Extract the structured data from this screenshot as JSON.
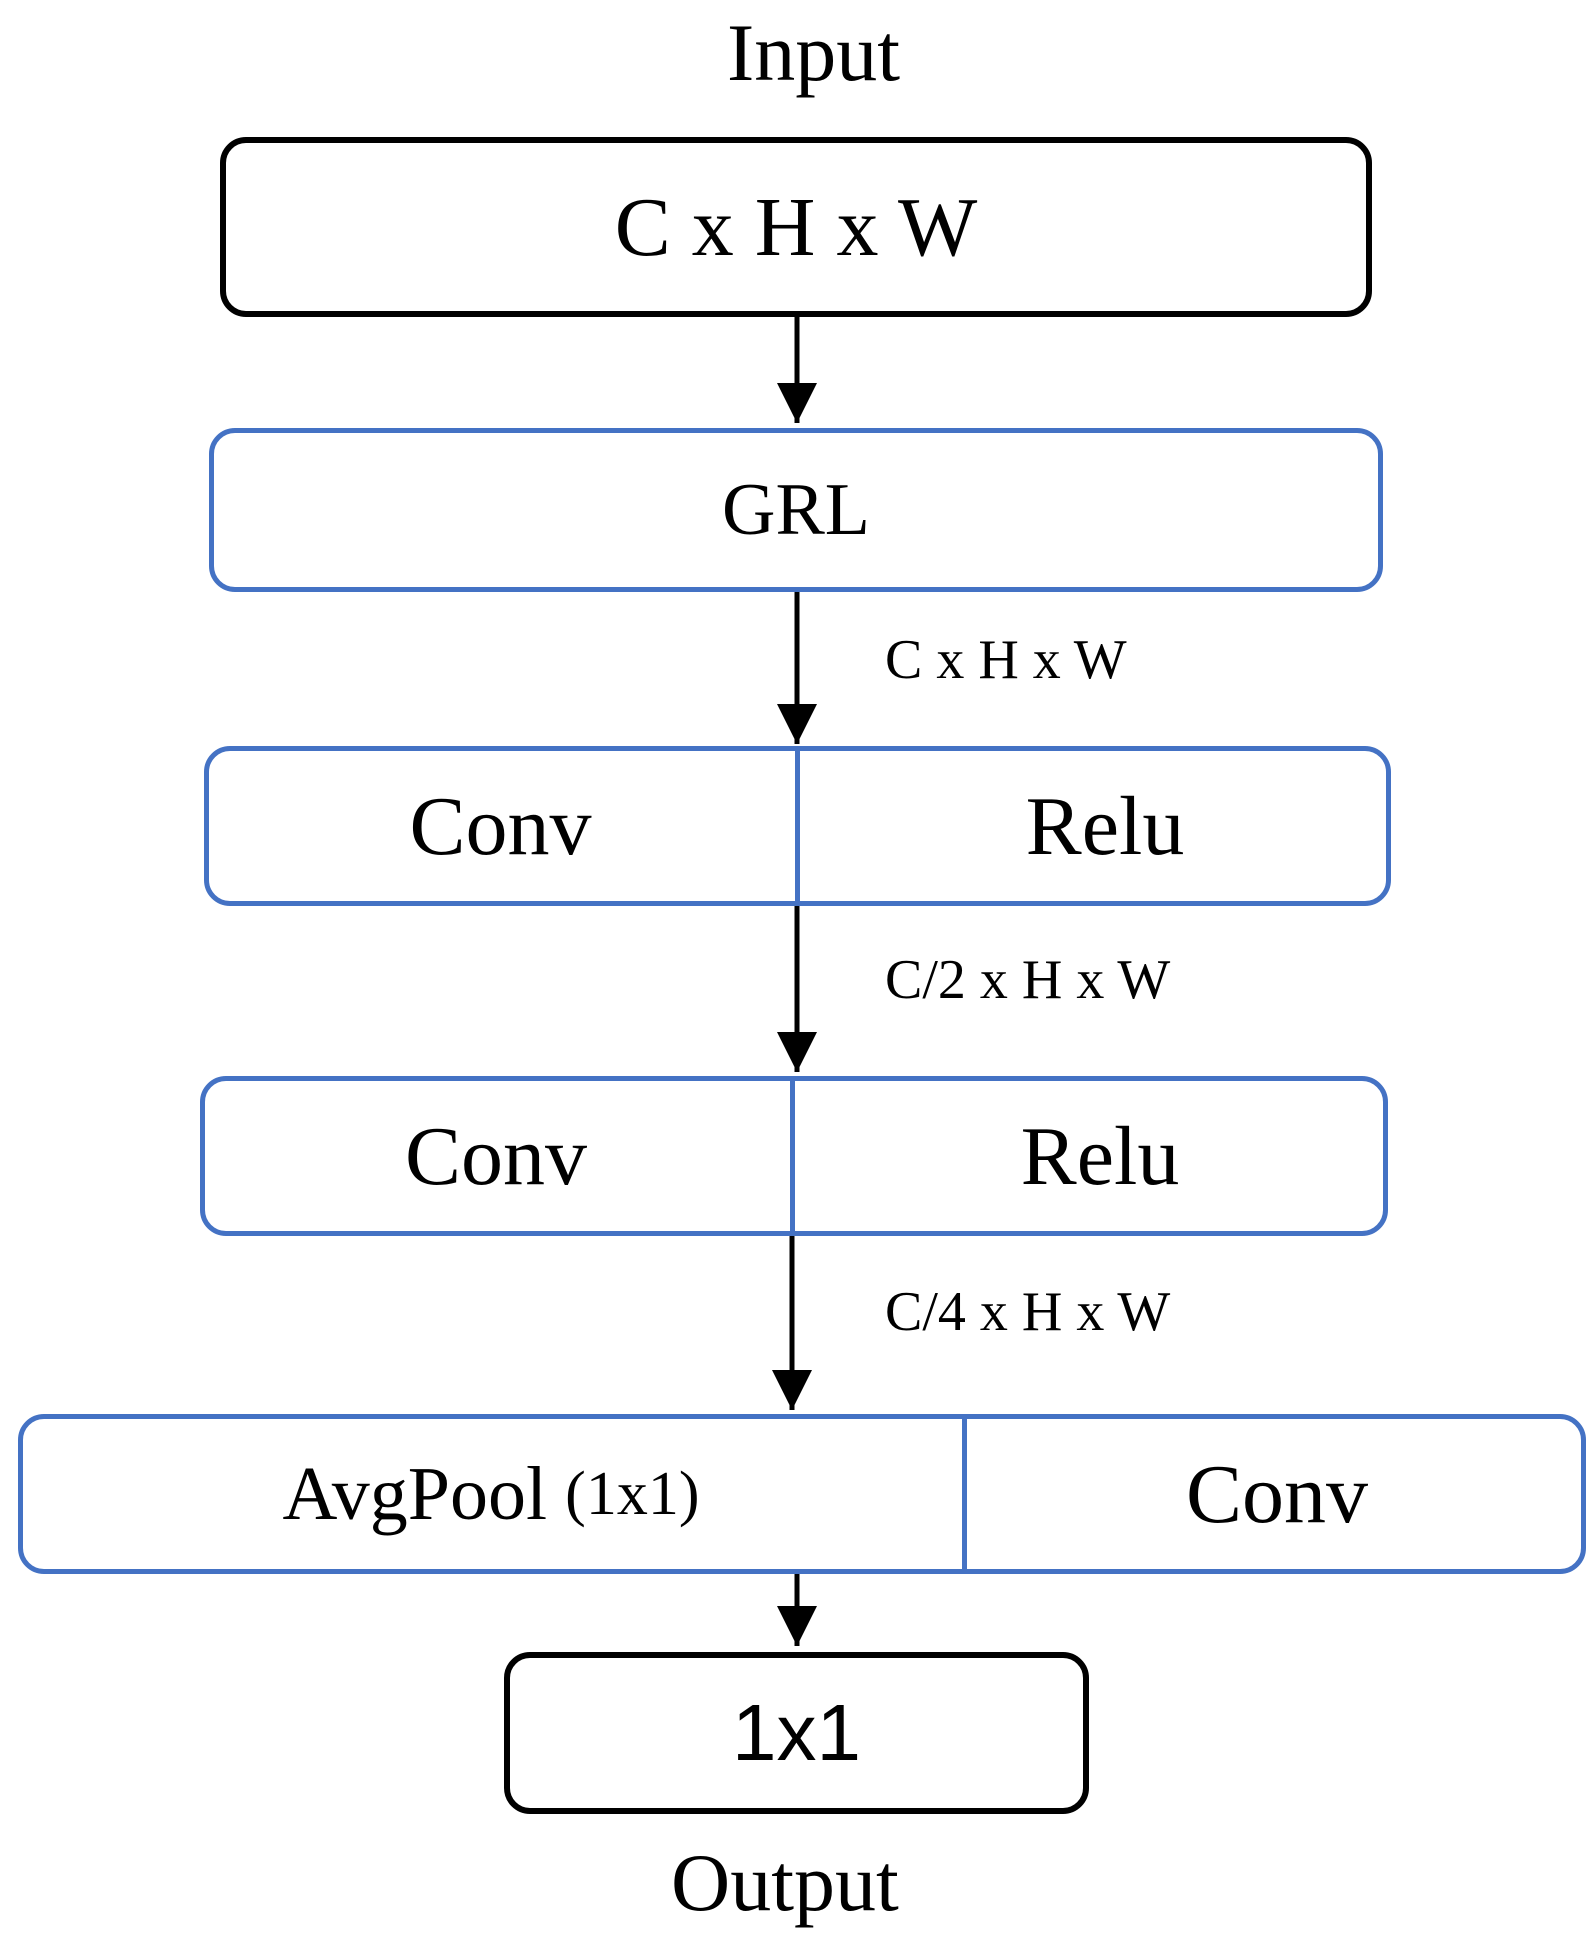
{
  "colors": {
    "line": "#000000",
    "accent": "#4472c4",
    "background": "#ffffff"
  },
  "input": {
    "label": "Input",
    "shape": "C x H x W"
  },
  "grl": {
    "label": "GRL"
  },
  "edges": {
    "after_grl": "C x H x W",
    "after_block1": "C/2 x H x W",
    "after_block2": "C/4 x H x W"
  },
  "block1": {
    "left": "Conv",
    "right": "Relu"
  },
  "block2": {
    "left": "Conv",
    "right": "Relu"
  },
  "block3": {
    "left_main": "AvgPool",
    "left_paren": "(1x1)",
    "right": "Conv"
  },
  "output": {
    "shape": "1x1",
    "label": "Output"
  }
}
